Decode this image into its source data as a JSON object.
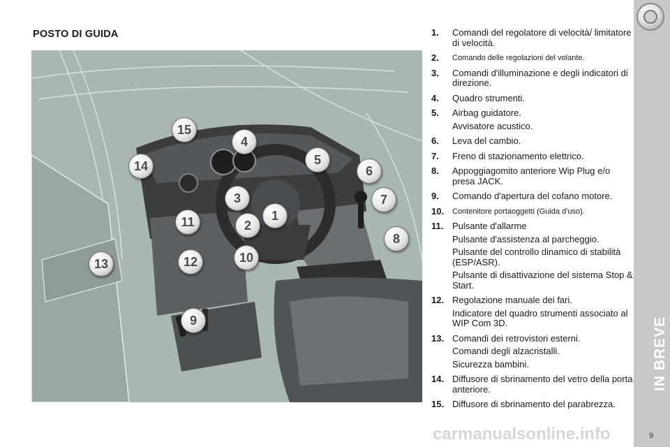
{
  "page": {
    "title": "POSTO DI GUIDA",
    "side_title": "IN BREVE",
    "page_number": "9",
    "watermark": "carmanualsonline.info"
  },
  "callouts": [
    "15",
    "4",
    "14",
    "5",
    "6",
    "3",
    "7",
    "11",
    "2",
    "1",
    "8",
    "12",
    "10",
    "13",
    "9"
  ],
  "items": [
    {
      "num": "1.",
      "lines": [
        "Comandi del regolatore di velocità/ limitatore di velocità."
      ]
    },
    {
      "num": "2.",
      "lines": [
        "Comando delle regolazioni del volante."
      ]
    },
    {
      "num": "3.",
      "lines": [
        "Comandi d'illuminazione e degli indicatori di direzione."
      ]
    },
    {
      "num": "4.",
      "lines": [
        "Quadro strumenti."
      ]
    },
    {
      "num": "5.",
      "lines": [
        "Airbag guidatore.",
        "Avvisatore acustico."
      ]
    },
    {
      "num": "6.",
      "lines": [
        "Leva del cambio."
      ]
    },
    {
      "num": "7.",
      "lines": [
        "Freno di stazionamento elettrico."
      ]
    },
    {
      "num": "8.",
      "lines": [
        "Appoggiagomito anteriore Wip Plug e/o presa JACK."
      ]
    },
    {
      "num": "9.",
      "lines": [
        "Comando d'apertura del cofano motore."
      ]
    },
    {
      "num": "10.",
      "lines": [
        "Contenitore portaoggetti (Guida d'uso)."
      ]
    },
    {
      "num": "11.",
      "lines": [
        "Pulsante d'allarme",
        "Pulsante d'assistenza al parcheggio.",
        "Pulsante del controllo dinamico di stabilità (ESP/ASR).",
        "Pulsante di disattivazione del sistema Stop & Start."
      ]
    },
    {
      "num": "12.",
      "lines": [
        "Regolazione manuale dei fari.",
        "Indicatore del quadro strumenti associato al WIP Com 3D."
      ]
    },
    {
      "num": "13.",
      "lines": [
        "Comandi dei retrovistori esterni.",
        "Comandi degli alzacristalli.",
        "Sicurezza bambini."
      ]
    },
    {
      "num": "14.",
      "lines": [
        "Diffusore di sbrinamento del vetro della porta anteriore."
      ]
    },
    {
      "num": "15.",
      "lines": [
        "Diffusore di sbrinamento del parabrezza."
      ]
    }
  ],
  "colors": {
    "figure_bg": "#a9b7b3",
    "sidebar": "#c7c7c7",
    "text": "#1a1a1a"
  }
}
